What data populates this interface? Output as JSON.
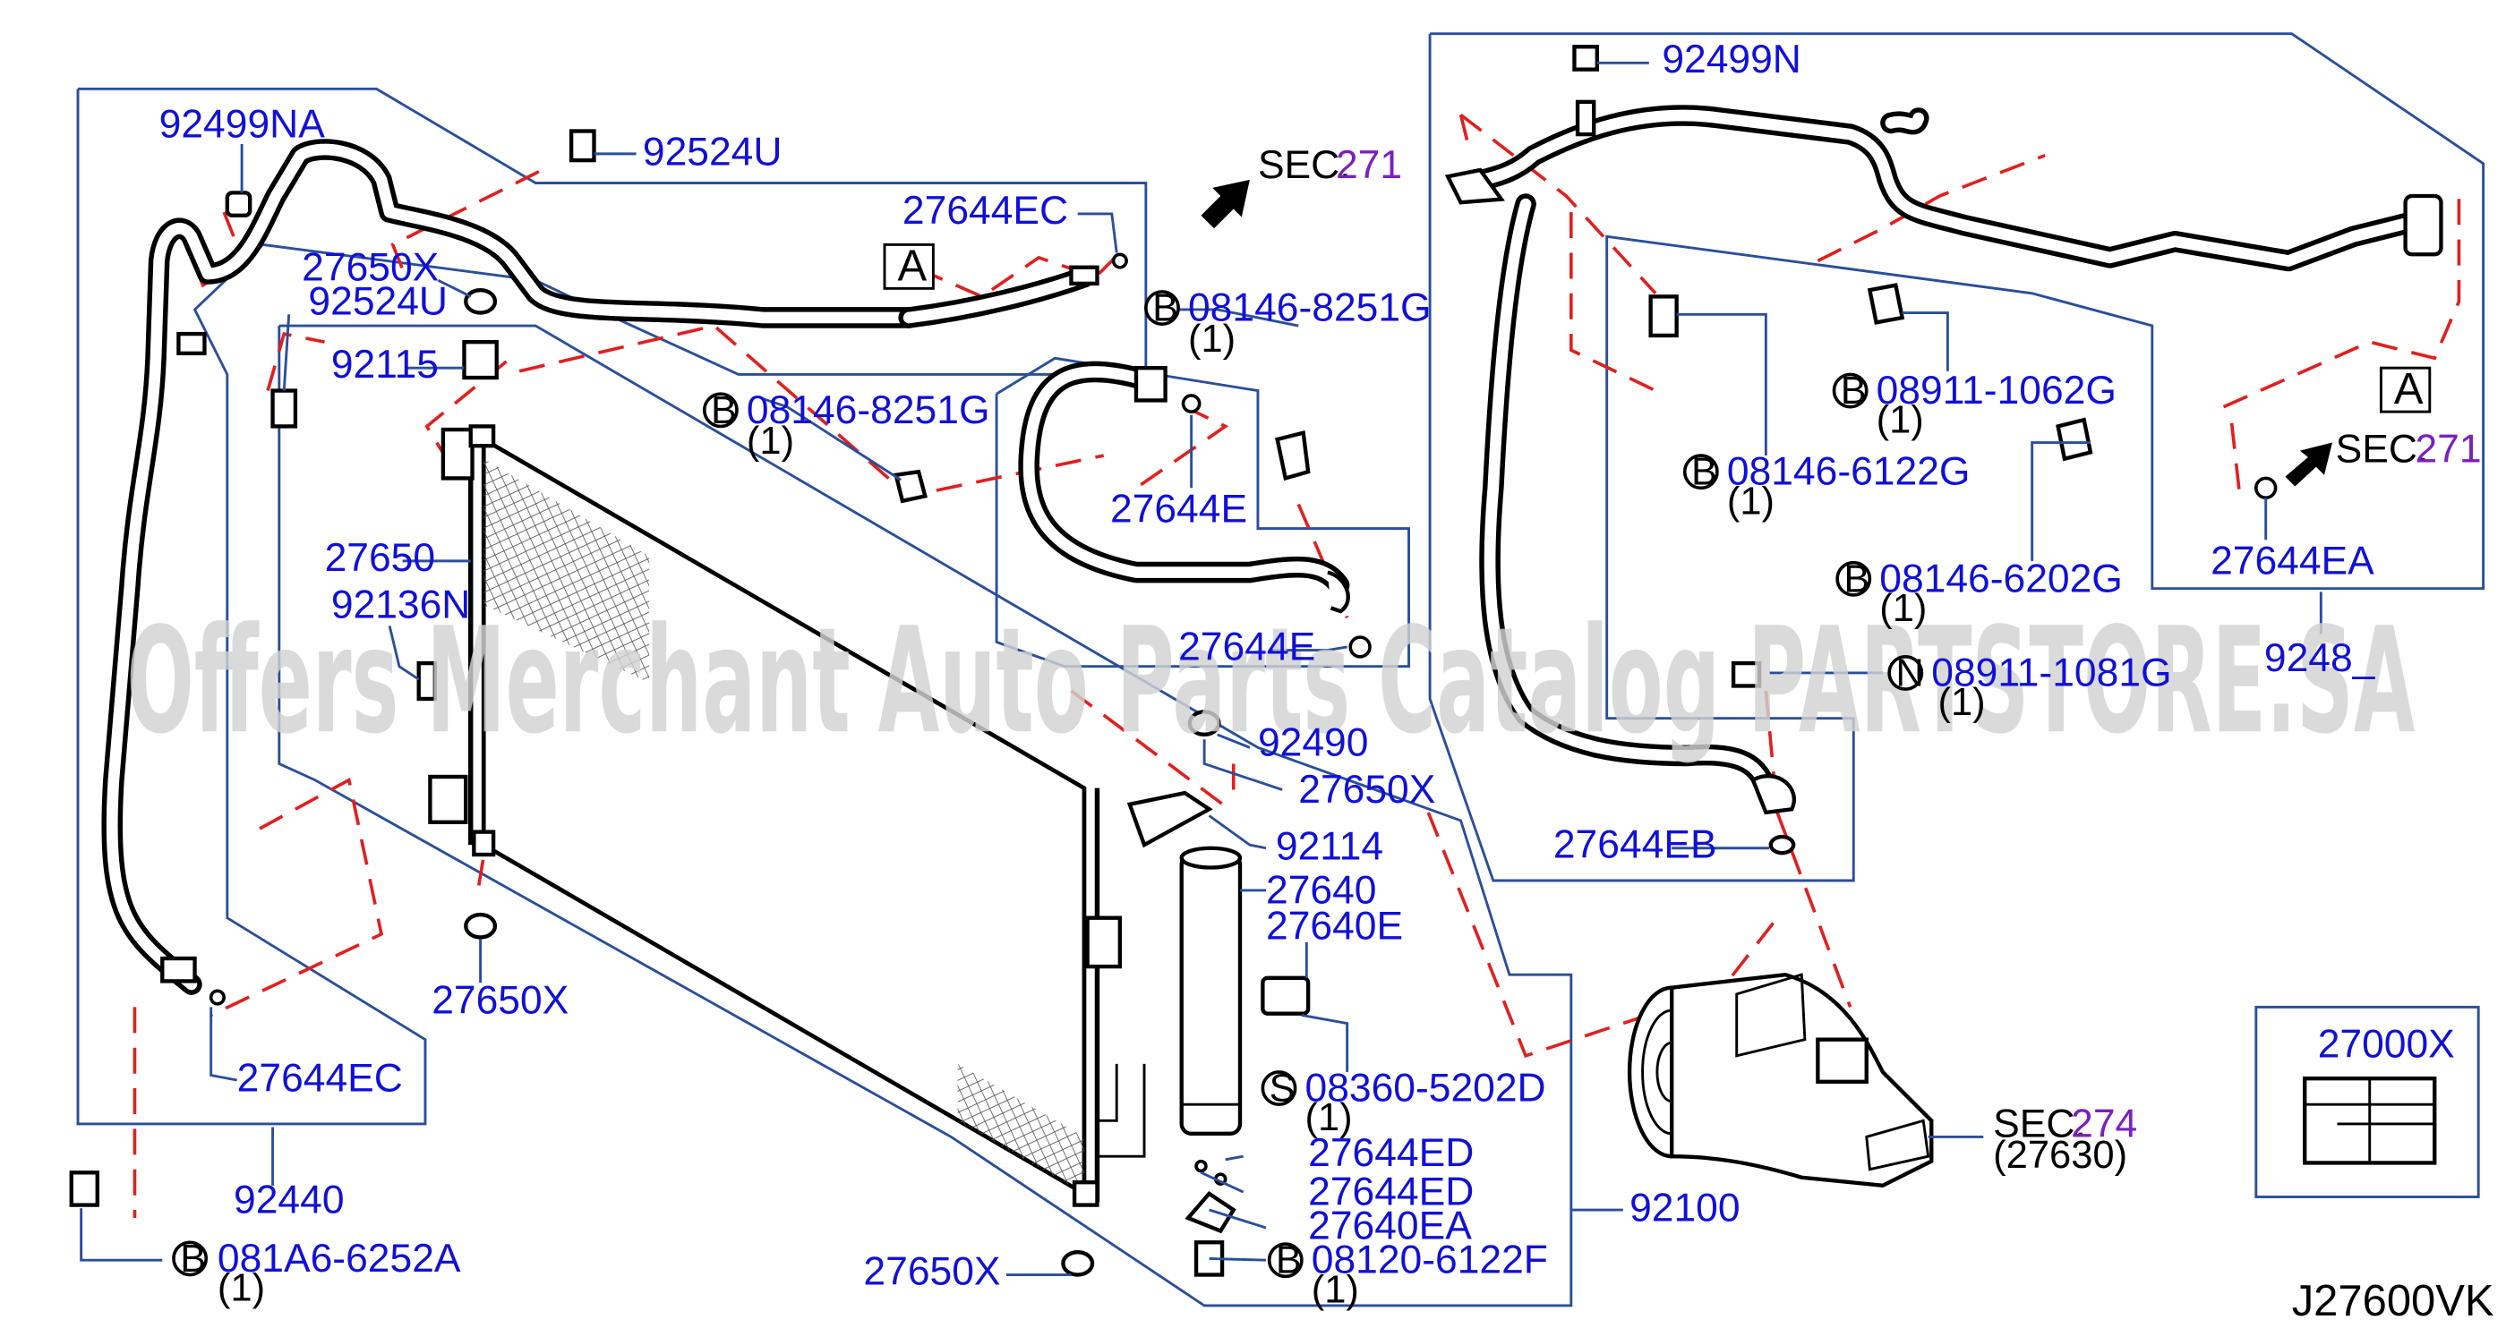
{
  "diagram_id": "J27600VK",
  "watermark": "Offers Merchant Auto Parts Catalog PARTSTORE.SA",
  "colors": {
    "label": "#1010d8",
    "leader": "#2a4f9a",
    "dashed": "#e02020",
    "section_ref": "#7a1fc0"
  },
  "sections": {
    "sec_top": {
      "prefix": "SEC.",
      "number": "271"
    },
    "sec_right": {
      "prefix": "SEC.",
      "number": "271"
    },
    "sec_compressor": {
      "prefix": "SEC.",
      "number": "274",
      "sub": "(27630)"
    }
  },
  "ref_marks": {
    "a_left": "A",
    "a_right": "A"
  },
  "kit_box": {
    "part_no": "27000X"
  },
  "callouts": {
    "c_92499na": "92499NA",
    "c_92524u_top": "92524U",
    "c_27644ec_top": "27644EC",
    "c_27650x_1": "27650X",
    "c_92524u_left": "92524U",
    "c_92115": "92115",
    "c_27650": "27650",
    "c_92136n": "92136N",
    "c_27650x_2": "27650X",
    "c_27644ec_bot": "27644EC",
    "c_92440": "92440",
    "c_27644e_1": "27644E",
    "c_27644e_2": "27644E",
    "c_92490": "92490",
    "c_27650x_3": "27650X",
    "c_92114": "92114",
    "c_27640": "27640",
    "c_27640e": "27640E",
    "c_27644ed_1": "27644ED",
    "c_27644ed_2": "27644ED",
    "c_27640ea": "27640EA",
    "c_27650x_4": "27650X",
    "c_92100": "92100",
    "c_92499n": "92499N",
    "c_27644ea": "27644EA",
    "c_27644eb": "27644EB",
    "c_9248x": "9248_"
  },
  "bolts": {
    "b1": {
      "prefix": "B",
      "part_no": "08146-8251G",
      "qty": "(1)"
    },
    "b2": {
      "prefix": "B",
      "part_no": "08146-8251G",
      "qty": "(1)"
    },
    "b3": {
      "prefix": "B",
      "part_no": "08911-1062G",
      "qty": "(1)"
    },
    "b4": {
      "prefix": "B",
      "part_no": "08146-6122G",
      "qty": "(1)"
    },
    "b5": {
      "prefix": "B",
      "part_no": "08146-6202G",
      "qty": "(1)"
    },
    "b6": {
      "prefix": "N",
      "part_no": "08911-1081G",
      "qty": "(1)"
    },
    "b7": {
      "prefix": "S",
      "part_no": "08360-5202D",
      "qty": "(1)"
    },
    "b8": {
      "prefix": "B",
      "part_no": "081A6-6252A",
      "qty": "(1)"
    },
    "b9": {
      "prefix": "B",
      "part_no": "08120-6122F",
      "qty": "(1)"
    }
  }
}
